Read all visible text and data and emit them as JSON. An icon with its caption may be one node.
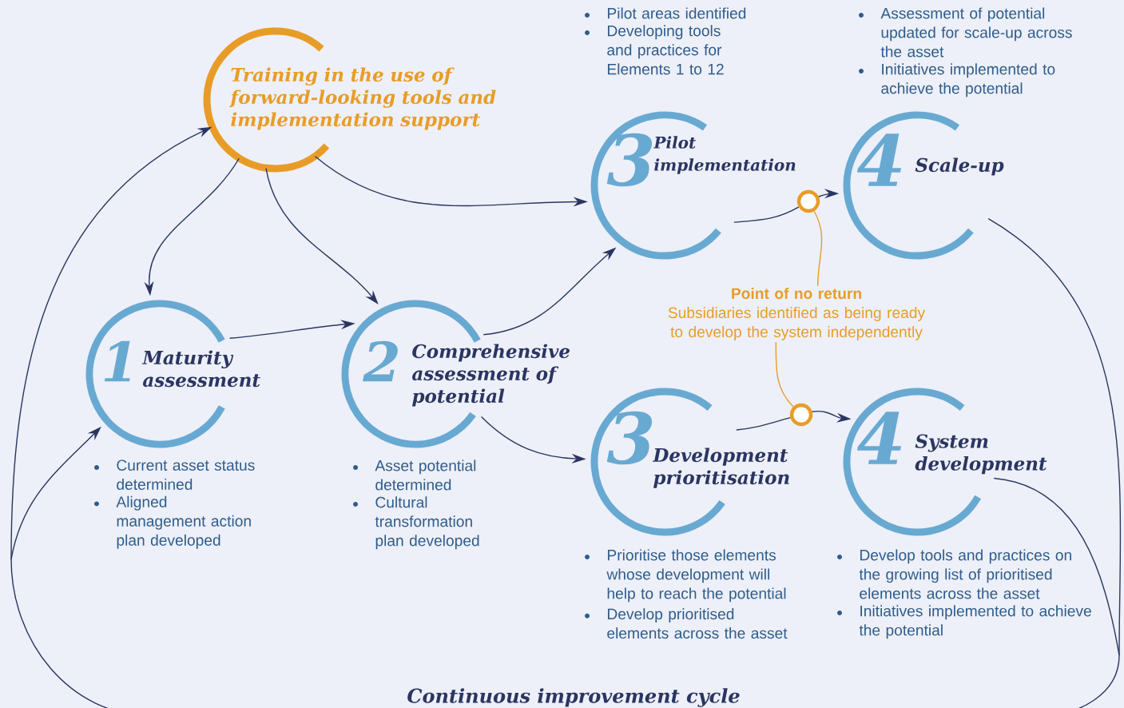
{
  "diagram": {
    "nodes": [
      {
        "text": [
          "Training in the use of forward-looking tools and implementation support"
        ]
      },
      {
        "text": [
          "1",
          "Maturity assessment"
        ],
        "beside": [
          "Current asset status determined",
          "Aligned management action plan developed"
        ]
      },
      {
        "text": [
          "2",
          "Comprehensive assessment of potential"
        ],
        "beside": [
          "Asset potential determined",
          "Cultural transformation plan developed"
        ]
      },
      {
        "text": [
          "3",
          "Pilot implementation"
        ],
        "beside": [
          "Pilot areas identified",
          "Developing tools and practices for Elements 1 to 12"
        ]
      },
      {
        "text": [
          "4",
          "Scale-up"
        ],
        "beside": [
          "Assessment of potential updated for scale-up across the asset",
          "Initiatives implemented to achieve the potential"
        ]
      },
      {
        "text": [
          "3",
          "Development prioritisation"
        ],
        "beside": [
          "Prioritise those elements whose development will help to reach the potential",
          "Develop prioritised elements across the asset"
        ]
      },
      {
        "text": [
          "4",
          "System development"
        ],
        "beside": [
          "Develop tools and practices on the growing list of prioritised elements across the asset",
          "Initiatives implemented to achieve the potential"
        ]
      },
      {
        "text": [],
        "shape": "circle"
      },
      {
        "text": [],
        "shape": "circle"
      },
      {
        "text": [
          "Point of no return",
          "Subsidiaries identified as being ready to develop the system independently"
        ]
      }
    ],
    "edges": [
      {
        "from": 0,
        "to": 1,
        "arrow": "to"
      },
      {
        "from": 0,
        "to": 2,
        "arrow": "to"
      },
      {
        "from": 0,
        "to": 3,
        "arrow": "to"
      },
      {
        "from": 1,
        "to": 2,
        "arrow": "to"
      },
      {
        "from": 2,
        "to": 3,
        "arrow": "to"
      },
      {
        "from": 2,
        "to": 5,
        "arrow": "to"
      },
      {
        "from": 3,
        "to": 7,
        "arrow": "none"
      },
      {
        "from": 7,
        "to": 4,
        "arrow": "to"
      },
      {
        "from": 5,
        "to": 8,
        "arrow": "none"
      },
      {
        "from": 8,
        "to": 6,
        "arrow": "to"
      },
      {
        "from": 9,
        "to": 7,
        "arrow": "none",
        "color": "#e89c27"
      },
      {
        "from": 9,
        "to": 8,
        "arrow": "none",
        "color": "#e89c27"
      },
      {
        "from": 4,
        "to": 0,
        "arrow": "to"
      },
      {
        "from": 4,
        "to": 1,
        "arrow": "to"
      },
      {
        "from": 6,
        "to": 0,
        "arrow": "to"
      },
      {
        "from": 6,
        "to": 1,
        "arrow": "to"
      }
    ],
    "labels": [
      "Continuous improvement cycle"
    ]
  }
}
